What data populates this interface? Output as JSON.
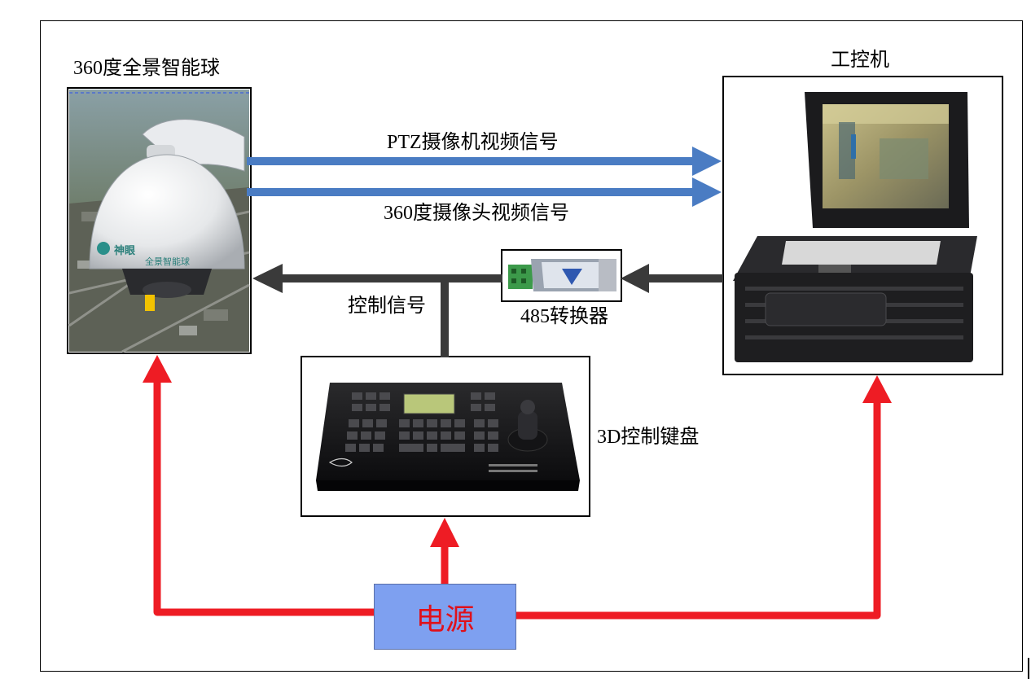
{
  "labels": {
    "camera": "360度全景智能球",
    "ipc": "工控机",
    "ptz_signal": "PTZ摄像机视频信号",
    "pano_signal": "360度摄像头视频信号",
    "control_signal": "控制信号",
    "converter": "485转换器",
    "keyboard": "3D控制键盘",
    "power": "电源",
    "dome_brand": "神眼",
    "dome_tag": "全景智能球"
  },
  "colors": {
    "video_arrow": "#4a7cc3",
    "control_arrow": "#3a3a3a",
    "power_arrow": "#ee1c24",
    "power_box": "#7ea0f0",
    "power_text": "#e0101a"
  }
}
